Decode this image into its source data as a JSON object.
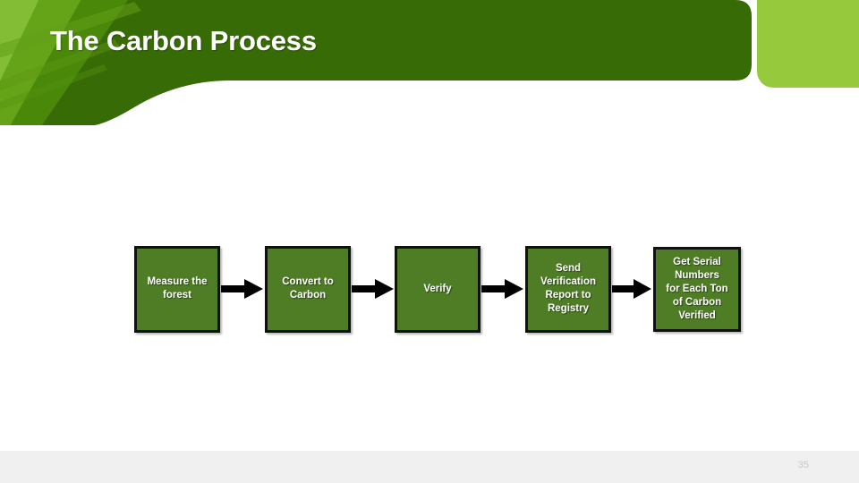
{
  "slide": {
    "title": "The Carbon Process",
    "page_number": "35",
    "colors": {
      "header_dark_green": "#376b06",
      "header_mid_green": "#4b8a0b",
      "accent_light_green": "#97c93d",
      "accent_pale_green": "#8fbf3a",
      "box_green": "#4e7d26",
      "box_border": "#111111",
      "arrow": "#000000",
      "footer_band": "#f0f0f0",
      "page_number_text": "#c8c8c8",
      "title_text": "#ffffff",
      "background": "#ffffff"
    }
  },
  "flowchart": {
    "type": "process-flow",
    "orientation": "horizontal",
    "steps": [
      {
        "index": 1,
        "label": "Measure the\nforest"
      },
      {
        "index": 2,
        "label": "Convert to\nCarbon"
      },
      {
        "index": 3,
        "label": "Verify"
      },
      {
        "index": 4,
        "label": "Send\nVerification\nReport to\nRegistry"
      },
      {
        "index": 5,
        "label": "Get Serial\nNumbers\nfor Each Ton\nof Carbon\nVerified"
      }
    ],
    "connectors": [
      {
        "from": 1,
        "to": 2,
        "icon": "arrow-right-icon"
      },
      {
        "from": 2,
        "to": 3,
        "icon": "arrow-right-icon"
      },
      {
        "from": 3,
        "to": 4,
        "icon": "arrow-right-icon"
      },
      {
        "from": 4,
        "to": 5,
        "icon": "arrow-right-icon"
      }
    ]
  }
}
